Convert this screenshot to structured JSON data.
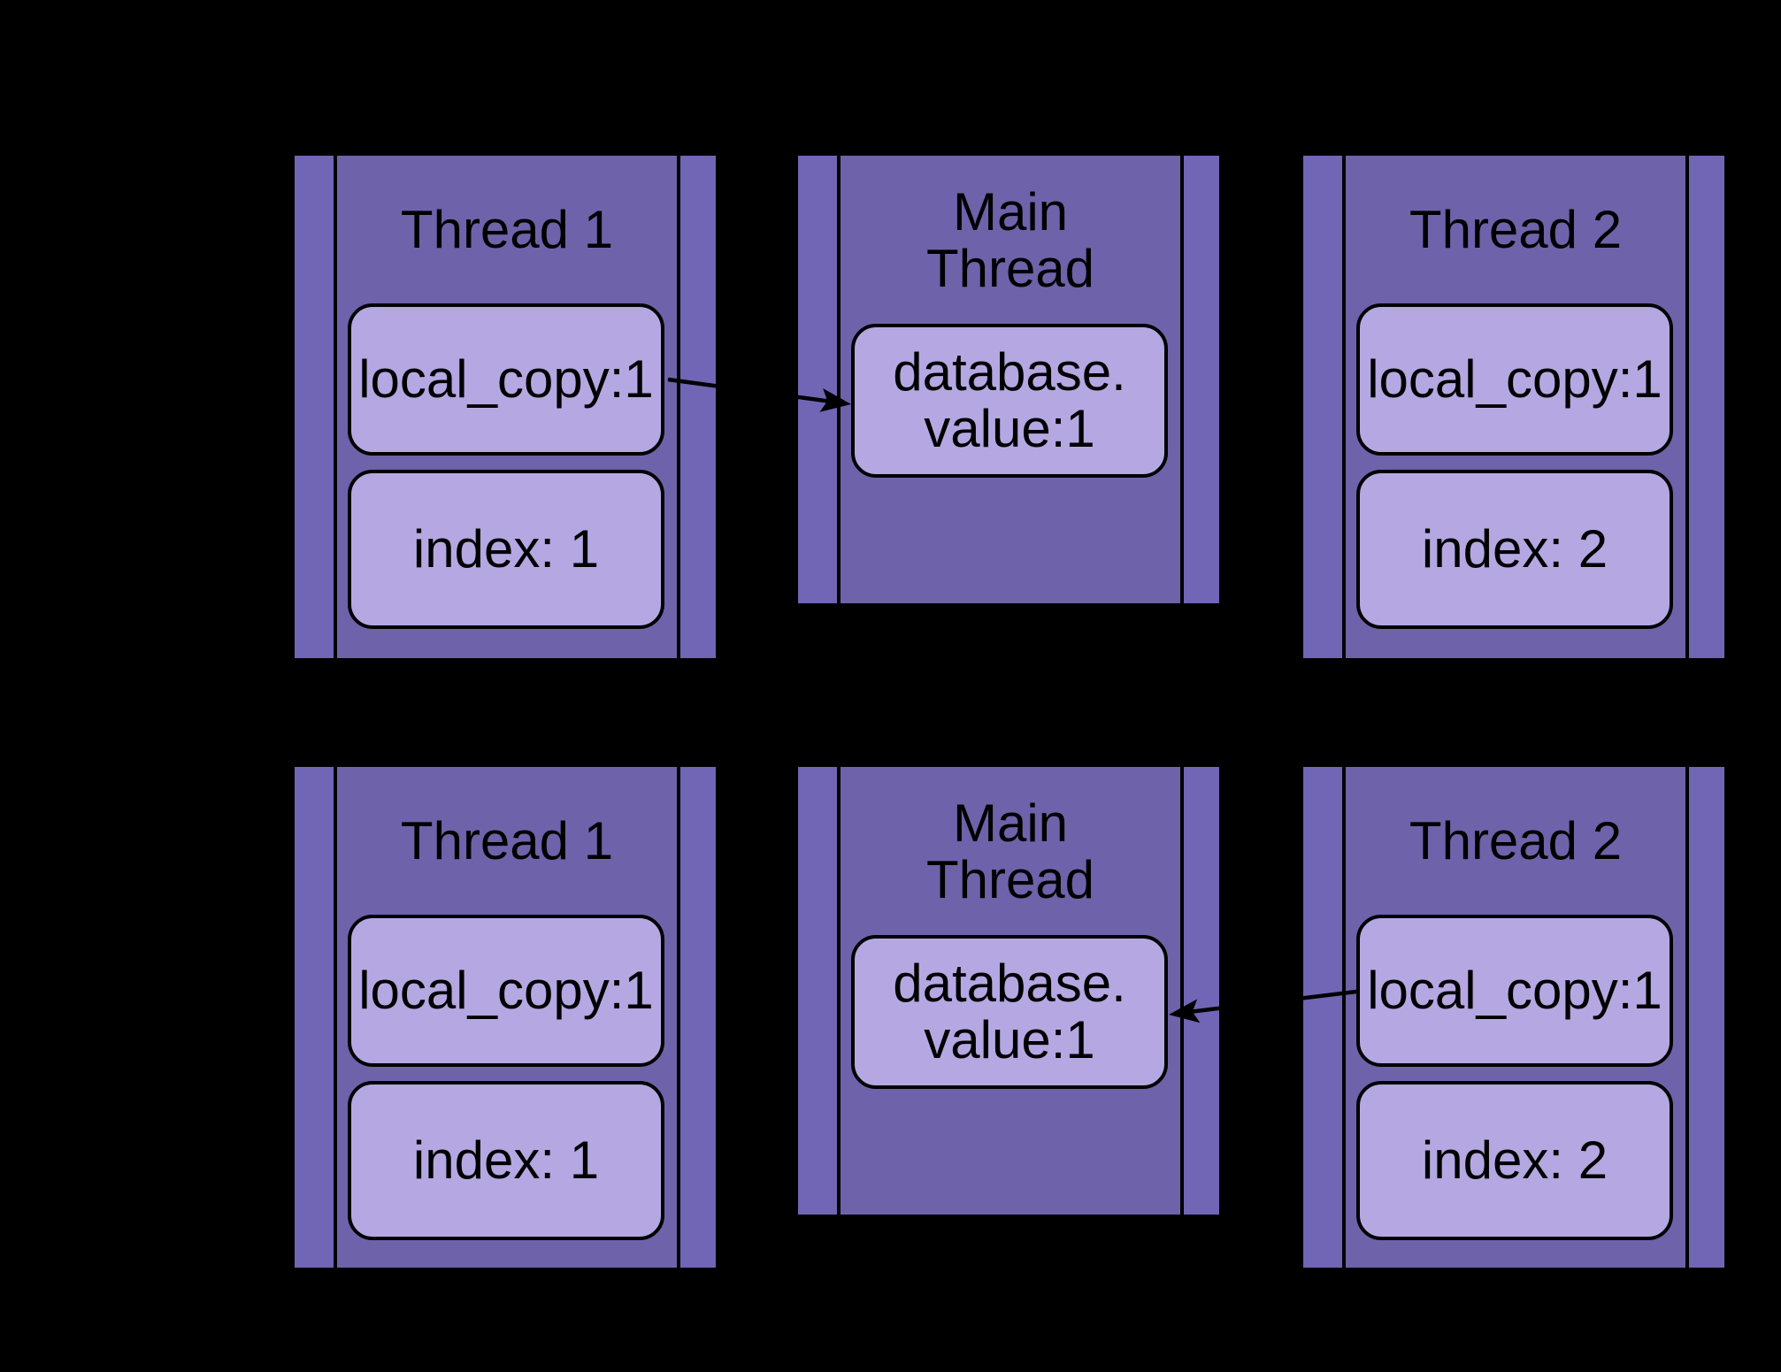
{
  "colors": {
    "bg": "#000000",
    "column_body": "#6e63aa",
    "column_rail": "#7165b5",
    "box_fill": "#b5a8e2",
    "stroke": "#000000",
    "text": "#000000"
  },
  "row1": {
    "thread1": {
      "title": "Thread 1",
      "box1": "local_copy:1",
      "box2": "index: 1"
    },
    "main": {
      "title_line1": "Main",
      "title_line2": "Thread",
      "box_line1": "database.",
      "box_line2": "value:1"
    },
    "thread2": {
      "title": "Thread 2",
      "box1": "local_copy:1",
      "box2": "index: 2"
    }
  },
  "row2": {
    "thread1": {
      "title": "Thread 1",
      "box1": "local_copy:1",
      "box2": "index: 1"
    },
    "main": {
      "title_line1": "Main",
      "title_line2": "Thread",
      "box_line1": "database.",
      "box_line2": "value:1"
    },
    "thread2": {
      "title": "Thread 2",
      "box1": "local_copy:1",
      "box2": "index: 2"
    }
  }
}
